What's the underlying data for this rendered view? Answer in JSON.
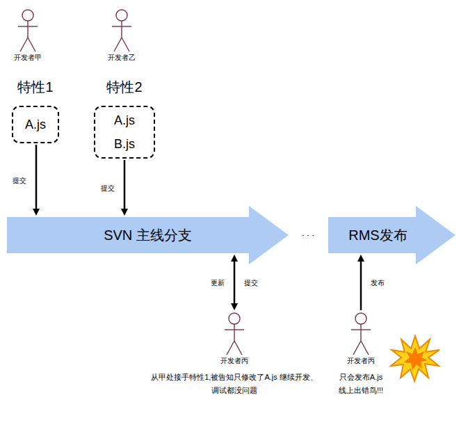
{
  "diagram": {
    "nodes": [
      {
        "text": [
          "开发者甲"
        ]
      },
      {
        "text": [
          "开发者乙"
        ]
      },
      {
        "text": [
          "特性1",
          "A.js"
        ]
      },
      {
        "text": [
          "特性2",
          "A.js",
          "B.js"
        ]
      },
      {
        "text": [
          "SVN 主线分支"
        ]
      },
      {
        "text": [
          "RMS发布"
        ]
      },
      {
        "text": [
          "开发者丙",
          "从甲处接手特性1,被告知只修改了A.js 继续开发、调试都没问题"
        ]
      },
      {
        "text": [
          "开发者丙",
          "只会发布A.js 线上出错鸟!!!"
        ]
      }
    ],
    "edges": [
      {
        "from": 2,
        "to": 4,
        "label": "提交",
        "arrow": "to"
      },
      {
        "from": 3,
        "to": 4,
        "label": "提交",
        "arrow": "to"
      },
      {
        "from": 4,
        "to": 6,
        "label": "更新",
        "arrow": "both"
      },
      {
        "from": 7,
        "to": 5,
        "label": "发布",
        "arrow": "to"
      }
    ],
    "labels": [
      "提交",
      "· · ·"
    ]
  }
}
